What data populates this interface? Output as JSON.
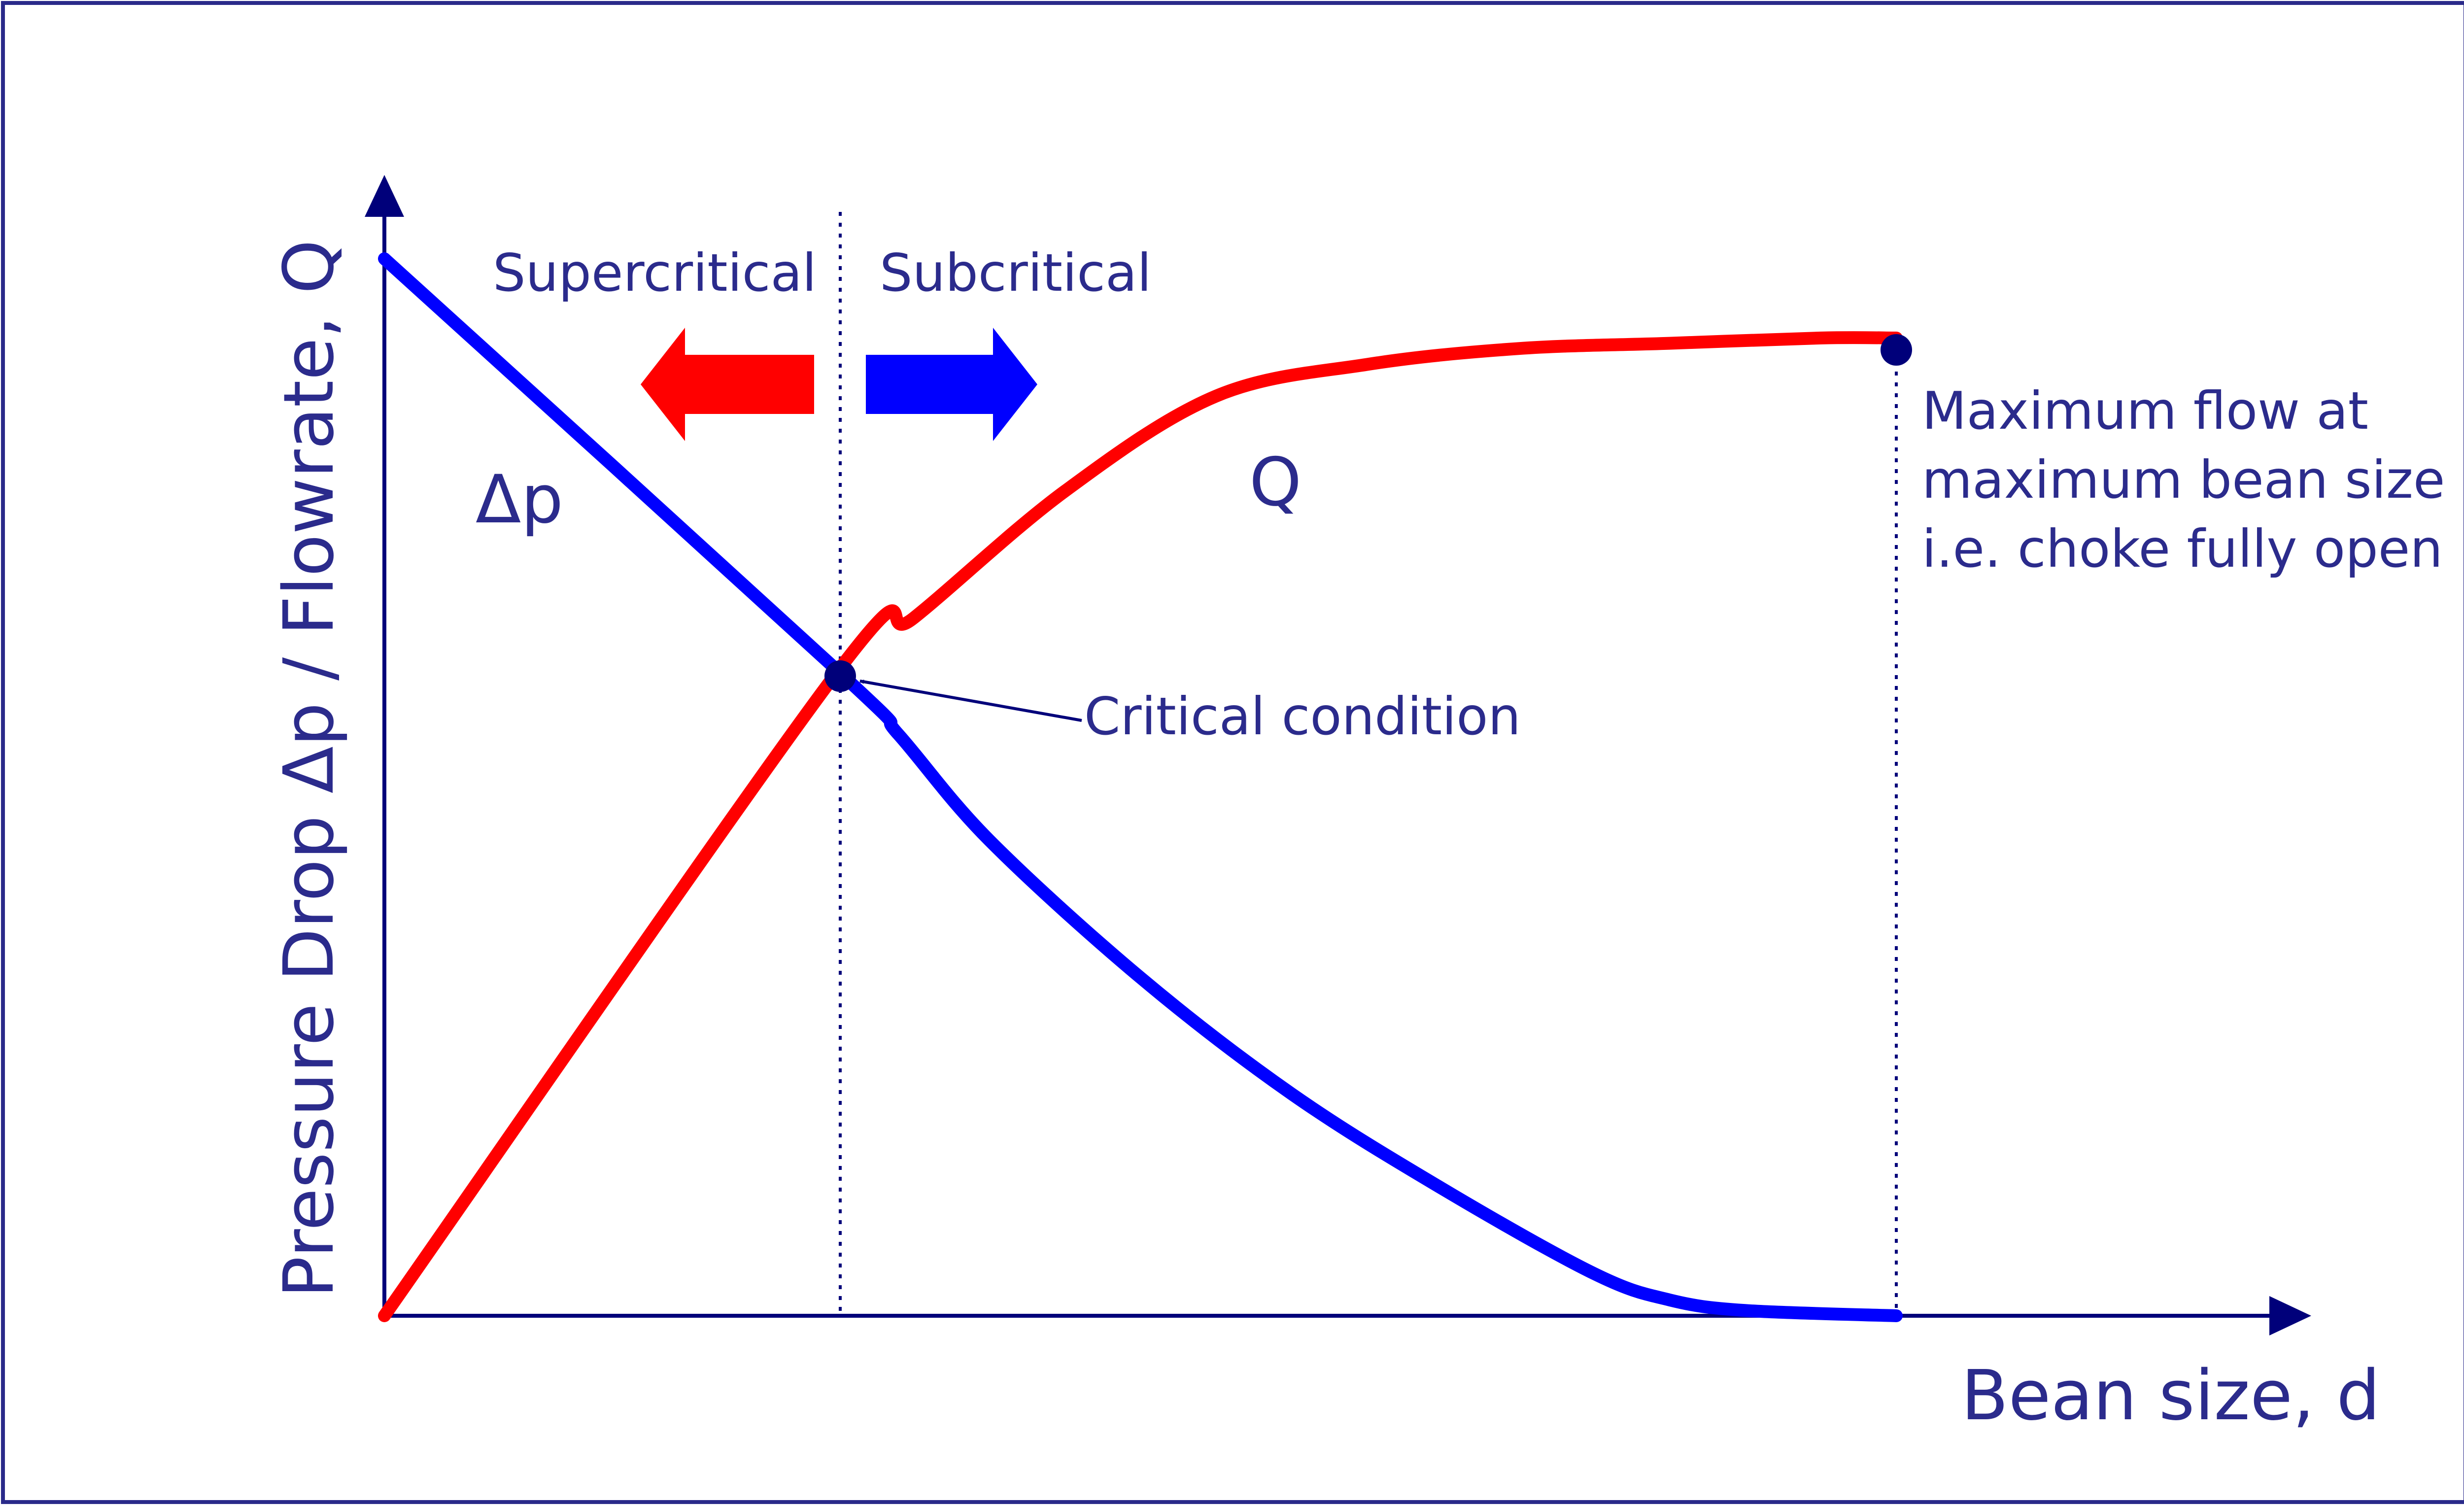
{
  "chart_data": {
    "type": "line",
    "xlabel": "Bean size, d",
    "ylabel": "Pressure Drop Δp / Flowrate, Q",
    "colors": {
      "delta_p": "#0000ff",
      "flowrate": "#ff0000",
      "axis": "#00007a",
      "text": "#2b2b8c"
    },
    "series": [
      {
        "name": "Δp",
        "points": [
          [
            0,
            1.0
          ],
          [
            0.3,
            0.61
          ],
          [
            0.34,
            0.55
          ],
          [
            0.4,
            0.45
          ],
          [
            0.5,
            0.32
          ],
          [
            0.6,
            0.21
          ],
          [
            0.7,
            0.12
          ],
          [
            0.8,
            0.04
          ],
          [
            0.85,
            0.015
          ],
          [
            0.9,
            0.005
          ],
          [
            1.0,
            0.0
          ]
        ]
      },
      {
        "name": "Q",
        "points": [
          [
            0,
            0.0
          ],
          [
            0.3,
            0.61
          ],
          [
            0.35,
            0.66
          ],
          [
            0.45,
            0.78
          ],
          [
            0.55,
            0.87
          ],
          [
            0.65,
            0.9
          ],
          [
            0.75,
            0.915
          ],
          [
            0.85,
            0.92
          ],
          [
            0.95,
            0.925
          ],
          [
            1.0,
            0.925
          ]
        ]
      }
    ],
    "annotations": {
      "supercritical": "Supercritical",
      "subcritical": "Subcritical",
      "critical_condition": "Critical condition",
      "max_flow_lines": [
        "Maximum flow at",
        "maximum bean size",
        "i.e. choke fully open"
      ]
    }
  }
}
